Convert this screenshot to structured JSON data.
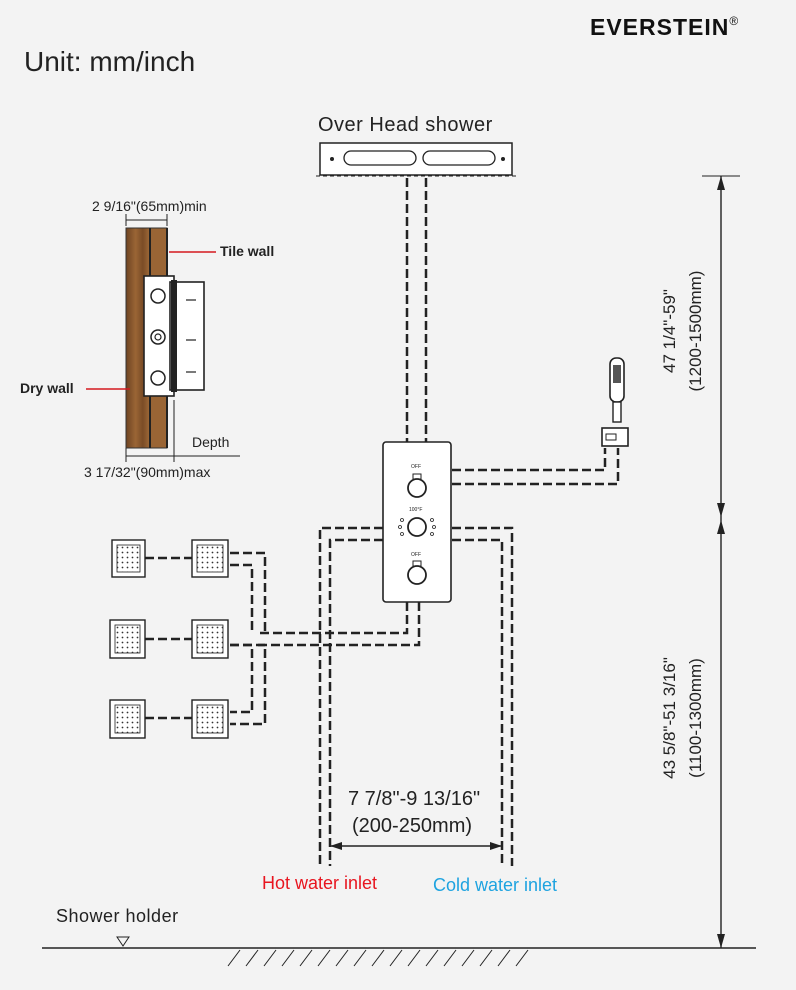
{
  "brand": {
    "name": "EVERSTEIN",
    "mark": "®"
  },
  "unit_label": "Unit: mm/inch",
  "overhead_label": "Over Head shower",
  "wall": {
    "min_dim": "2 9/16\"(65mm)min",
    "tile_wall": "Tile wall",
    "dry_wall": "Dry wall",
    "depth": "Depth",
    "max_dim": "3 17/32\"(90mm)max"
  },
  "valve": {
    "off_top": "OFF",
    "temp": "100°F",
    "off_bottom": "OFF"
  },
  "dims": {
    "upper_in": "47 1/4\"-59\"",
    "upper_mm": "(1200-1500mm)",
    "lower_in": "43 5/8\"-51  3/16\"",
    "lower_mm": "(1100-1300mm)",
    "spacing_in": "7 7/8\"-9 13/16\"",
    "spacing_mm": "(200-250mm)"
  },
  "inlets": {
    "hot": "Hot water inlet",
    "cold": "Cold water inlet"
  },
  "shower_holder": "Shower holder",
  "colors": {
    "hot": "#e8151f",
    "cold": "#1ea3e0",
    "accent": "#d4191e",
    "wood": "#8a5a2e"
  }
}
